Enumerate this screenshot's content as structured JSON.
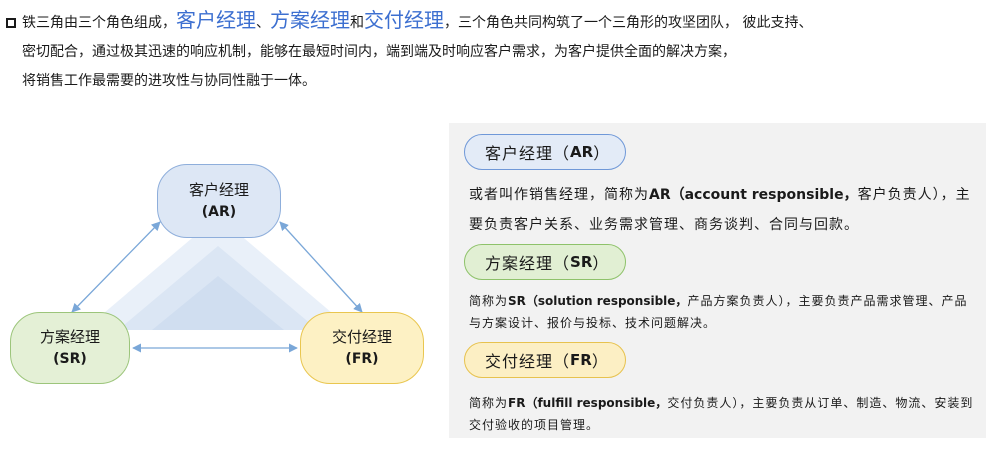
{
  "intro": {
    "line1_before": "铁三角由三个角色组成，",
    "role_ar": "客户经理",
    "sep1": "、",
    "role_sr": "方案经理",
    "sep2": "和",
    "role_fr": "交付经理",
    "line1_after": "，三个角色共同构筑了一个三角形的攻坚团队， 彼此支持、",
    "line2": "密切配合，通过极其迅速的响应机制，能够在最短时间内，端到端及时响应客户需求，为客户提供全面的解决方案，",
    "line3": "将销售工作最需要的进攻性与协同性融于一体。"
  },
  "diagram": {
    "ar": {
      "name": "客户经理",
      "abbr": "(AR)"
    },
    "sr": {
      "name": "方案经理",
      "abbr": "(SR)"
    },
    "fr": {
      "name": "交付经理",
      "abbr": "(FR)"
    }
  },
  "panel": {
    "ar": {
      "title_cn": "客户经理（",
      "title_abbr": "AR",
      "title_end": "）",
      "desc_a": "或者叫作销售经理，简称为",
      "desc_b": "AR（account responsible，",
      "desc_c": "客户负责人），主要负责客户关系、业务需求管理、商务谈判、合同与回款。"
    },
    "sr": {
      "title_cn": "方案经理（",
      "title_abbr": "SR",
      "title_end": "）",
      "desc_a": "简称为",
      "desc_b": "SR（solution responsible，",
      "desc_c": "产品方案负责人），主要负责产品需求管理、产品与方案设计、报价与投标、技术问题解决。"
    },
    "fr": {
      "title_cn": "交付经理（",
      "title_abbr": "FR",
      "title_end": "）",
      "desc_a": "简称为",
      "desc_b": "FR（fulfill responsible，",
      "desc_c": "交付负责人），主要负责从订单、制造、物流、安装到交付验收的项目管理。"
    }
  },
  "colors": {
    "highlight": "#3c6fd0",
    "arrow": "#7aa7d8",
    "ar_fill": "#dde7f5",
    "sr_fill": "#e4f0d6",
    "fr_fill": "#fdf1c4",
    "panel_bg": "#f2f2f2"
  }
}
